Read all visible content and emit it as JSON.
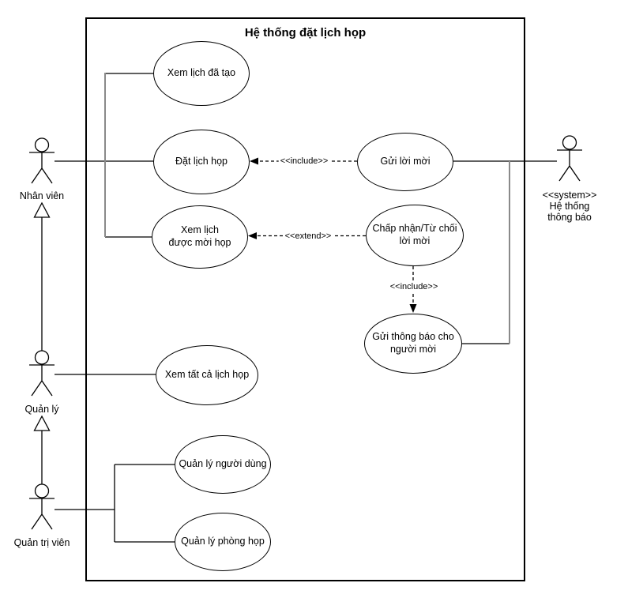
{
  "diagram": {
    "title": "Hệ thống đặt lịch họp"
  },
  "actors": {
    "nhan_vien": {
      "label": "Nhân viên"
    },
    "quan_ly": {
      "label": "Quản lý"
    },
    "quan_tri_vien": {
      "label": "Quản trị viên"
    },
    "he_thong_thong_bao": {
      "label": "<<system>>\nHệ thống thông báo"
    }
  },
  "use_cases": {
    "xem_lich_da_tao": "Xem lịch đã tạo",
    "dat_lich_hop": "Đặt lịch họp",
    "xem_lich_duoc_moi_hop": "Xem lịch\nđược mời họp",
    "gui_loi_moi": "Gửi lời mời",
    "chap_nhan_tu_choi": "Chấp nhận/Từ chối\nlời mời",
    "gui_thong_bao": "Gửi thông báo cho\nngười mời",
    "xem_tat_ca_lich_hop": "Xem tất cả lịch họp",
    "quan_ly_nguoi_dung": "Quản lý người dùng",
    "quan_ly_phong_hop": "Quản lý phòng họp"
  },
  "relationship_labels": {
    "include": "<<include>>",
    "extend": "<<extend>>"
  },
  "colors": {
    "stroke": "#000000",
    "connector_gray": "#8a8a8a",
    "background": "#ffffff"
  }
}
